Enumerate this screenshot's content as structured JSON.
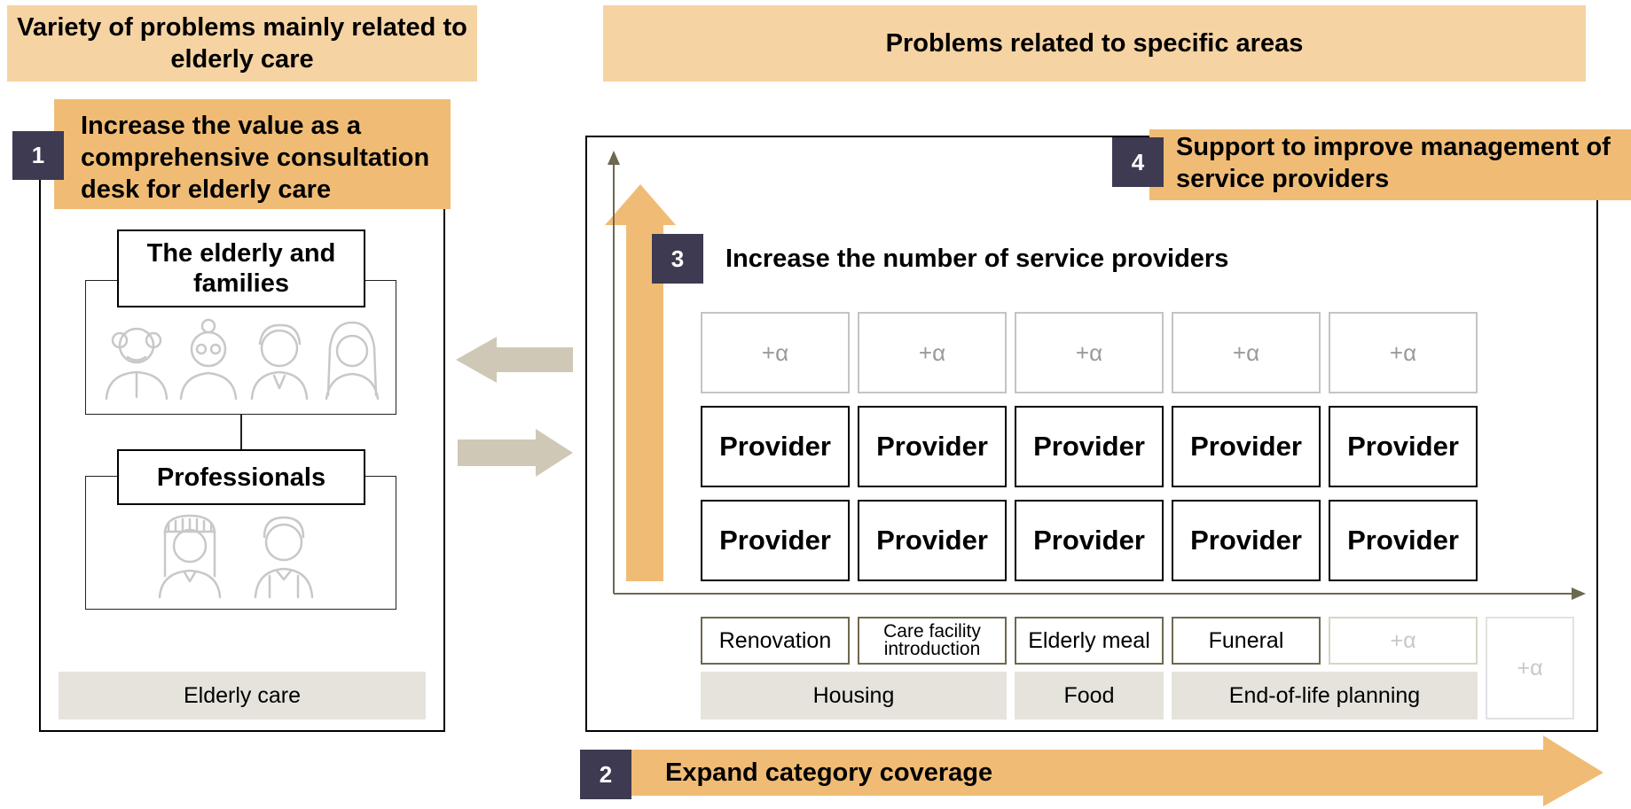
{
  "left": {
    "header": "Variety of problems mainly related to elderly care",
    "step1": {
      "number": "1",
      "title": "Increase the value as a comprehensive consultation desk for elderly care"
    },
    "group_families": "The elderly and families",
    "group_professionals": "Professionals",
    "footer": "Elderly care",
    "icons": {
      "families": [
        "elderly-man-icon",
        "elderly-woman-icon",
        "man-icon",
        "woman-icon"
      ],
      "professionals": [
        "nurse-icon",
        "worker-icon"
      ]
    }
  },
  "right": {
    "header": "Problems related to specific areas",
    "step4": {
      "number": "4",
      "title": "Support to improve management of service providers"
    },
    "step3": {
      "number": "3",
      "title": "Increase the number of service providers"
    },
    "step2": {
      "number": "2",
      "title": "Expand category coverage"
    },
    "alpha_label": "+α",
    "provider_label": "Provider",
    "categories": [
      "Renovation",
      "Care facility introduction",
      "Elderly meal",
      "Funeral",
      "+α"
    ],
    "groups": [
      "Housing",
      "Food",
      "End-of-life planning"
    ],
    "extra_alpha": "+α"
  },
  "colors": {
    "header_fill": "#f6d3a2",
    "orange": "#f0bc75",
    "badge": "#3d3a52",
    "arrow_gray": "#cfc8b6",
    "group_gray": "#e6e3dc"
  }
}
